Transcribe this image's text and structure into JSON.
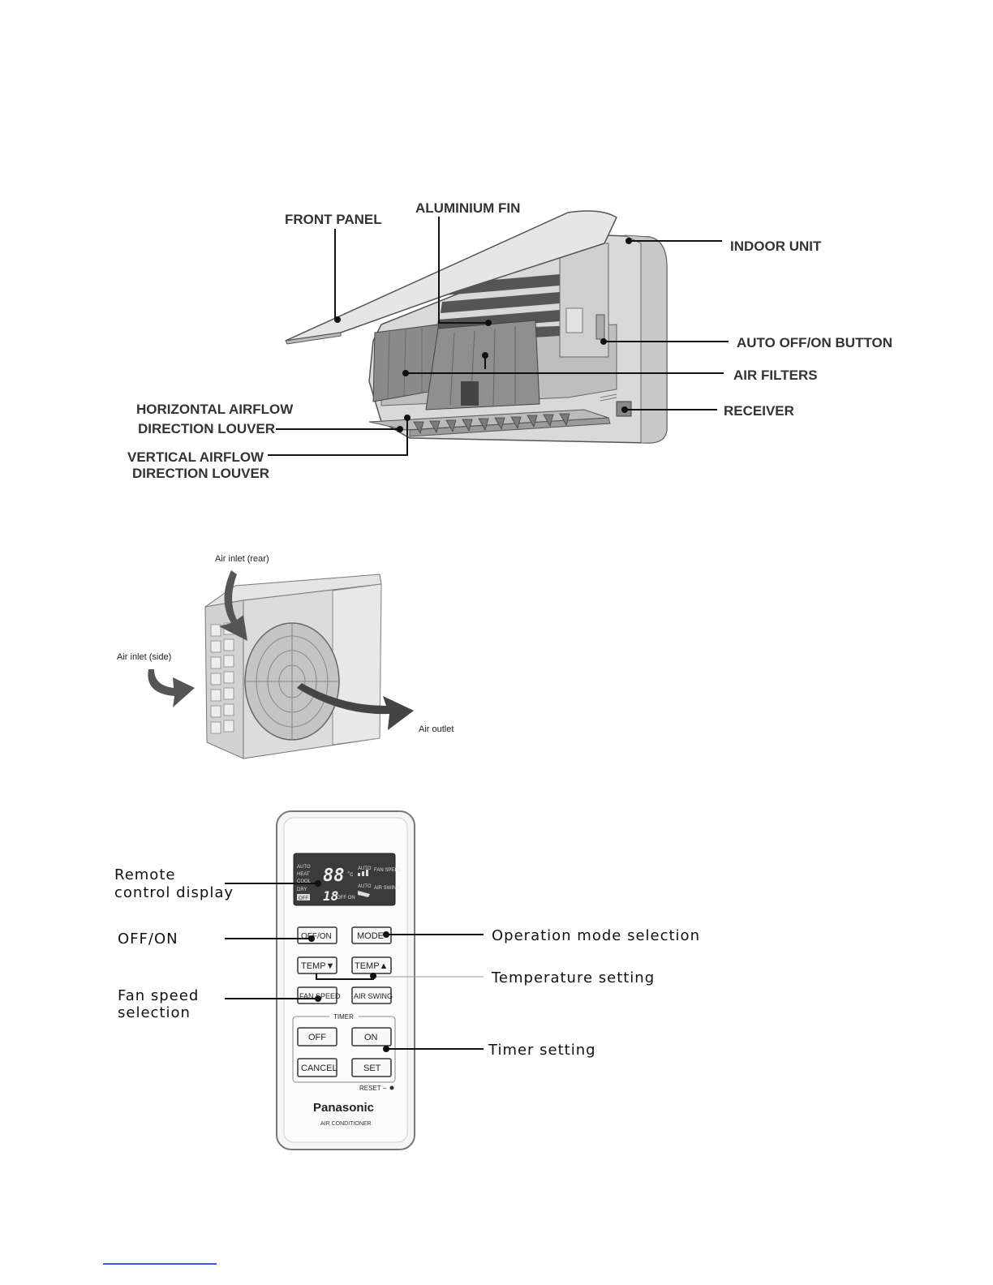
{
  "indoor_unit": {
    "labels": {
      "front_panel": "FRONT  PANEL",
      "aluminium_fin": "ALUMINIUM FIN",
      "indoor_unit": "INDOOR UNIT",
      "auto_button": "AUTO OFF/ON BUTTON",
      "air_filters": "AIR FILTERS",
      "receiver": "RECEIVER",
      "horizontal_louver_1": "HORIZONTAL AIRFLOW",
      "horizontal_louver_2": "DIRECTION LOUVER",
      "vertical_louver_1": "VERTICAL AIRFLOW",
      "vertical_louver_2": "DIRECTION LOUVER"
    }
  },
  "outdoor_unit": {
    "labels": {
      "inlet_rear": "Air inlet (rear)",
      "inlet_side": "Air inlet (side)",
      "outlet": "Air outlet"
    }
  },
  "remote": {
    "callouts": {
      "display_1": "Remote",
      "display_2": "control display",
      "off_on": "OFF/ON",
      "mode": "Operation mode selection",
      "temperature": "Temperature setting",
      "fan_1": "Fan speed",
      "fan_2": "selection",
      "timer": "Timer setting"
    },
    "buttons": {
      "off_on": "OFF/ON",
      "mode": "MODE",
      "temp_down": "TEMP▼",
      "temp_up": "TEMP▲",
      "fan_speed": "FAN SPEED",
      "air_swing": "AIR SWING",
      "timer_off": "OFF",
      "timer_on": "ON",
      "cancel": "CANCEL",
      "set": "SET"
    },
    "timer_title": "TIMER",
    "reset": "RESET",
    "brand": "Panasonic",
    "brand_sub": "AIR CONDITIONER",
    "display": {
      "mode_auto": "AUTO",
      "mode_heat": "HEAT",
      "mode_cool": "COOL",
      "mode_dry": "DRY",
      "mode_off": "OFF",
      "digits_top": "88",
      "digits_bottom": "18",
      "fan_auto": "AUTO",
      "fan_speed": "FAN SPEED",
      "swing_auto": "AUTO",
      "air_swing": "AIR SWING",
      "off_on": "OFF ON"
    }
  },
  "colors": {
    "link_underline": "#3b5bd6"
  }
}
